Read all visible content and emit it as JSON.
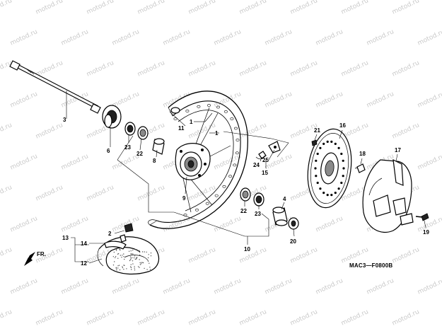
{
  "watermark": "motod.ru",
  "diagram_code": "MAC3—F0800B",
  "direction_label": "FR.",
  "callouts": [
    "1",
    "1",
    "2",
    "3",
    "4",
    "6",
    "8",
    "9",
    "10",
    "11",
    "12",
    "13",
    "14",
    "15",
    "16",
    "17",
    "18",
    "19",
    "20",
    "21",
    "22",
    "22",
    "23",
    "23",
    "24",
    "25"
  ]
}
